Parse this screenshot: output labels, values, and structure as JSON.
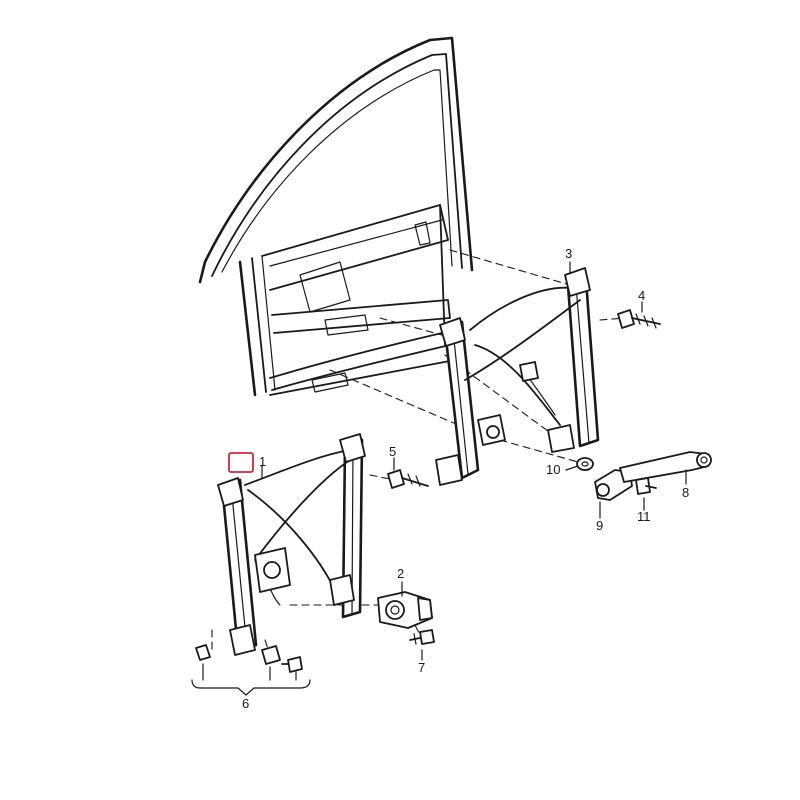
{
  "callouts": {
    "c1": "1",
    "c2": "2",
    "c3": "3",
    "c4": "4",
    "c5": "5",
    "c6": "6",
    "c7": "7",
    "c8": "8",
    "c9": "9",
    "c10": "10",
    "c11": "11"
  },
  "highlight": {
    "target": "1",
    "color": "#d0273a"
  }
}
